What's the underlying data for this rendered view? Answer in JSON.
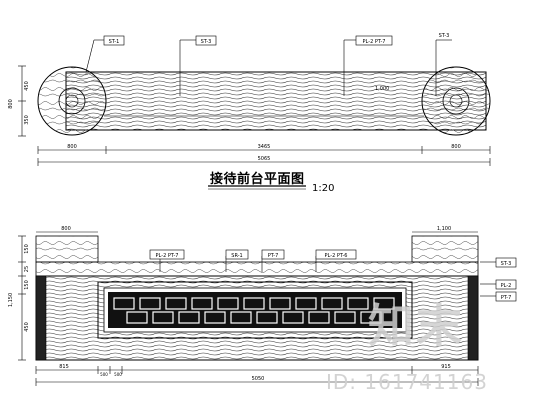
{
  "plan": {
    "title": "接待前台平面图",
    "scale": "1:20",
    "tags": [
      "ST-1",
      "ST-3",
      "PL-2 PT-7",
      "ST-3"
    ],
    "dims_bottom": [
      "800",
      "3465",
      "800"
    ],
    "dim_total": "5065",
    "dims_left": [
      "800",
      "450",
      "350"
    ],
    "mid_label": "1,000"
  },
  "elevation": {
    "tags": [
      "PL-2 PT-7",
      "SR-1",
      "PT-7",
      "PL-2 PT-6",
      "ST-3",
      "PL-2",
      "PT-7"
    ],
    "dims_top": [
      "800",
      "1,100"
    ],
    "dims_left": [
      "150",
      "25",
      "150",
      "450",
      "1,150"
    ],
    "dims_bottom": [
      "815",
      "500",
      "500",
      "915",
      "5050"
    ]
  },
  "watermark": {
    "logo": "知末",
    "id": "ID: 161741163"
  }
}
